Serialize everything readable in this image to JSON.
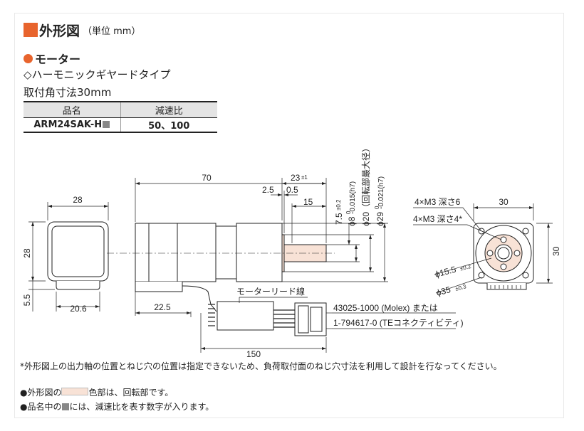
{
  "title": {
    "main": "外形図",
    "unit": "（単位 mm）"
  },
  "section": {
    "heading": "モーター",
    "type": "◇ハーモニックギヤードタイプ",
    "size": "取付角寸法30mm"
  },
  "spec_table": {
    "headers": [
      "品名",
      "減速比"
    ],
    "row": {
      "model": "ARM24SAK-H",
      "ratio": "50、100"
    }
  },
  "drawing": {
    "side_dims": {
      "top": "28",
      "left": "28",
      "bottom": "20.6",
      "bottom_left": "5.5"
    },
    "main_dims": {
      "overall": "70",
      "shaft_len": "23",
      "shaft_tol": "±1",
      "d25": "2.5",
      "d05": "0.5",
      "d15": "15",
      "d75": "7.5",
      "d75_tol": "±0.2",
      "d225": "22.5",
      "d150": "150"
    },
    "diameters": {
      "phi8": "ϕ8",
      "phi8_tol": "-0.015(h7)",
      "phi8_zero": "0",
      "phi20": "ϕ20（回転部最大径）",
      "phi29": "ϕ29",
      "phi29_tol": "-0.021(h7)",
      "phi29_zero": "0"
    },
    "labels": {
      "lead": "モーターリード線",
      "connector1": "43025-1000 (Molex) または",
      "connector2": "1-794617-0 (TEコネクティビティ)"
    },
    "front": {
      "holes1": "4×M3 深さ6",
      "holes2": "4×M3 深さ4*",
      "w": "30",
      "h": "30",
      "pcd1": "ϕ15.5",
      "pcd1_tol": "±0.2",
      "pcd2": "ϕ35",
      "pcd2_tol": "±0.3"
    }
  },
  "notes": {
    "n1": "*外形図上の出力軸の位置とねじ穴の位置は指定できないため、負荷取付面のねじ穴寸法を利用して設計を行なってください。",
    "n2a": "●外形図の",
    "n2b": "色部は、回転部です。",
    "n3a": "●品名中の",
    "n3b": "には、減速比を表す数字が入ります。"
  },
  "colors": {
    "accent": "#e8642d",
    "rotating": "#f8e2d6",
    "body": "#ffffff",
    "line": "#222222"
  }
}
